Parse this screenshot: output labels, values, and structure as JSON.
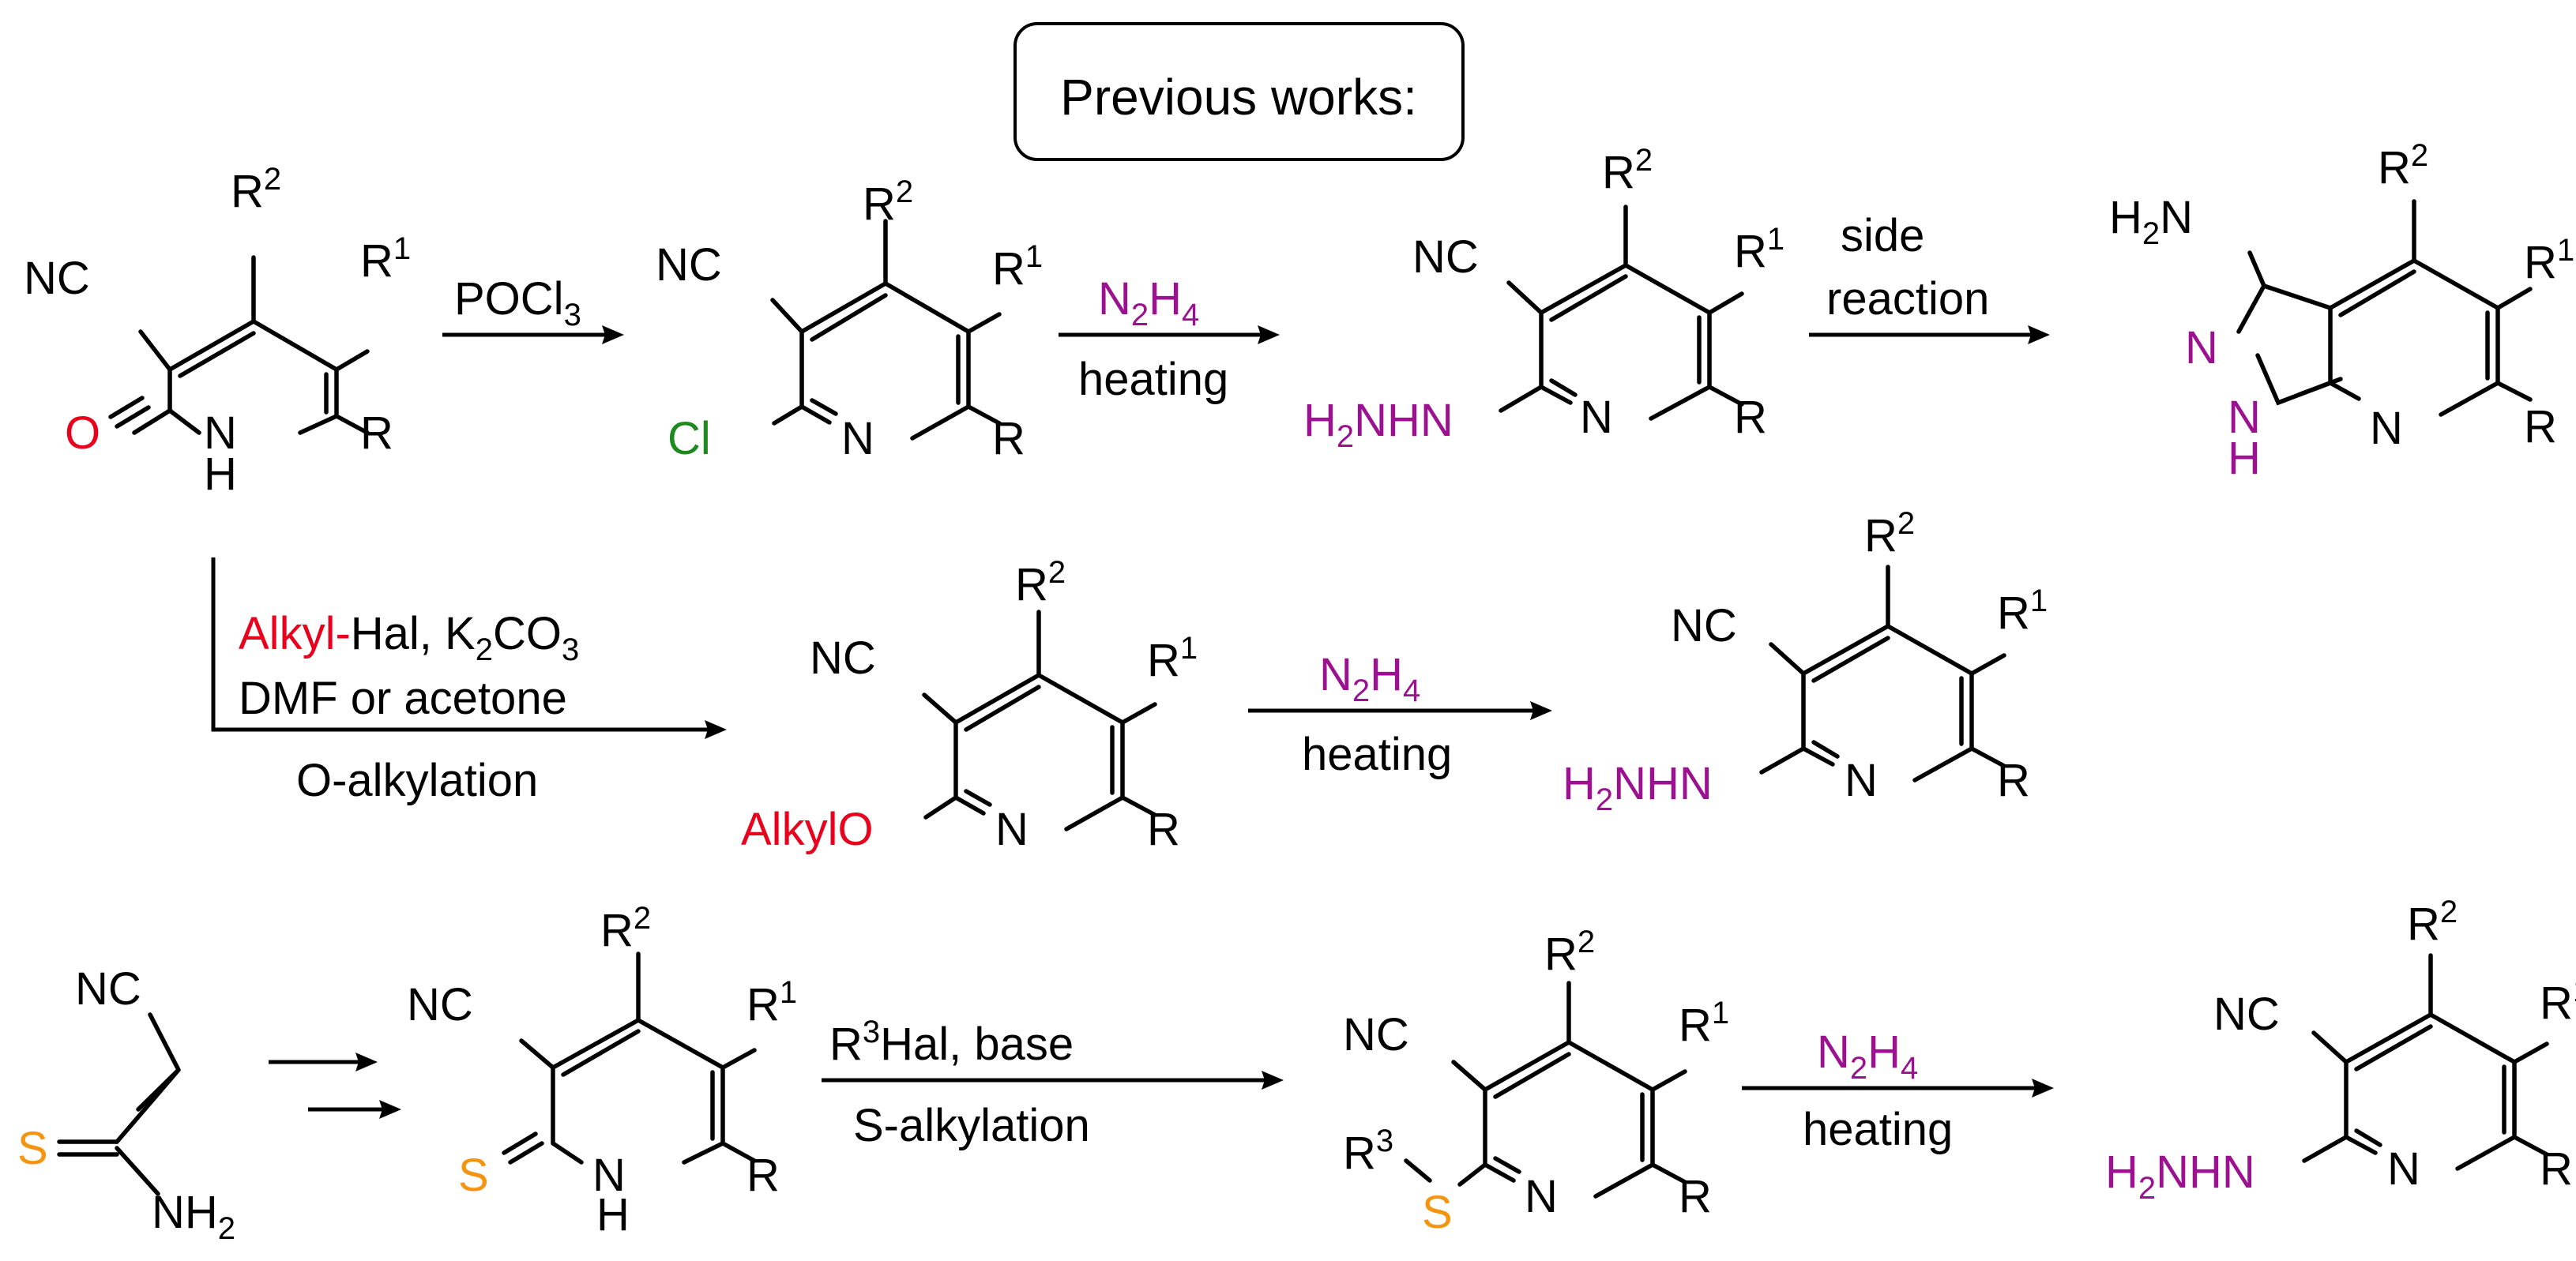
{
  "header": {
    "title": "Previous works:"
  },
  "labels": {
    "nc": "NC",
    "r": "R",
    "r1": "R",
    "r2": "R",
    "r3": "R",
    "sup1": "1",
    "sup2": "2",
    "sup3": "3",
    "n": "N",
    "nh": "N",
    "h": "H",
    "o": "O",
    "s": "S",
    "cl": "Cl",
    "h2nhn": "H2NHN",
    "h2n": "H2N",
    "nh2": "NH2",
    "alkylo": "AlkylO"
  },
  "reagents": {
    "pocl3": "POCl3",
    "n2h4": "N2H4",
    "heating": "heating",
    "side": "side",
    "reaction": "reaction",
    "alkyl": "Alkyl-",
    "hal_k2co3": "Hal, K2CO3",
    "solvent": "DMF or acetone",
    "o_alkylation": "O-alkylation",
    "r3hal_base": "R3Hal, base",
    "s_alkylation": "S-alkylation"
  },
  "colors": {
    "oxygen": "#e8001c",
    "chlorine": "#1e8a1e",
    "hydrazine": "#9b118f",
    "sulfur": "#f5940e",
    "text": "#000000"
  }
}
